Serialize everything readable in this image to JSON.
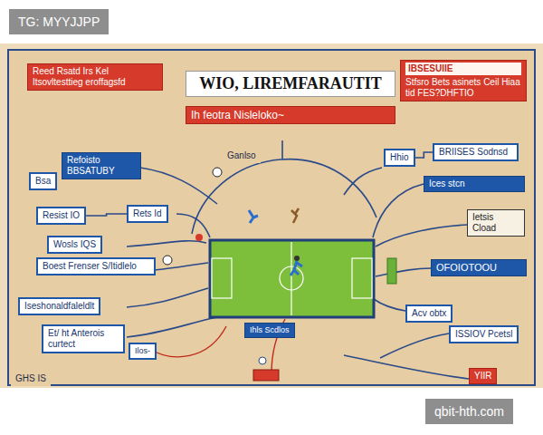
{
  "diagram": {
    "title": "WIO, LIREMFARAUTIT",
    "nodes": [
      {
        "text": [
          "Reed Rsatd Irs Kel Itsovltesttieg eroffagsfd"
        ]
      },
      {
        "text": [
          "Ih feotra Nisleloko~"
        ]
      },
      {
        "text": [
          "IBSESUIIE",
          "Stfsro Bets asinets Ceil Hiaa tid FES?DHFTIO"
        ]
      },
      {
        "text": [
          "Refoisto BBSATUBY"
        ]
      },
      {
        "text": [
          "Hhio"
        ]
      },
      {
        "text": [
          "BRIISES Sodnsd"
        ]
      },
      {
        "text": [
          "Bsa"
        ]
      },
      {
        "text": [
          "Ganlso"
        ]
      },
      {
        "text": [
          "Ices stcn"
        ]
      },
      {
        "text": [
          "Rets Id"
        ]
      },
      {
        "text": [
          "Resist IO"
        ]
      },
      {
        "text": [
          "Ietsis Cload"
        ]
      },
      {
        "text": [
          "Wosls IQS"
        ]
      },
      {
        "text": [
          "Boest Frenser S/Itidlelo"
        ]
      },
      {
        "text": [
          "OFOIOTOOU"
        ]
      },
      {
        "text": [
          "Iseshonaldfaleldlt"
        ]
      },
      {
        "text": [
          "Acv obtx"
        ]
      },
      {
        "text": [
          "Ihls Scdlos"
        ]
      },
      {
        "text": [
          "ISSIOV Pcetsl"
        ]
      },
      {
        "text": [
          "Et/ ht Anterois curtect"
        ]
      },
      {
        "text": [
          "Ilos-"
        ]
      },
      {
        "text": [
          "YIIR"
        ]
      },
      {
        "text": [
          "GHS IS"
        ]
      }
    ],
    "edges": [
      {
        "from": 10,
        "to": 9,
        "arrow": "none"
      },
      {
        "from": 4,
        "to": 5,
        "arrow": "none"
      }
    ],
    "labels": [
      "TG: MYYJJPP",
      "qbit-hth.com"
    ]
  }
}
